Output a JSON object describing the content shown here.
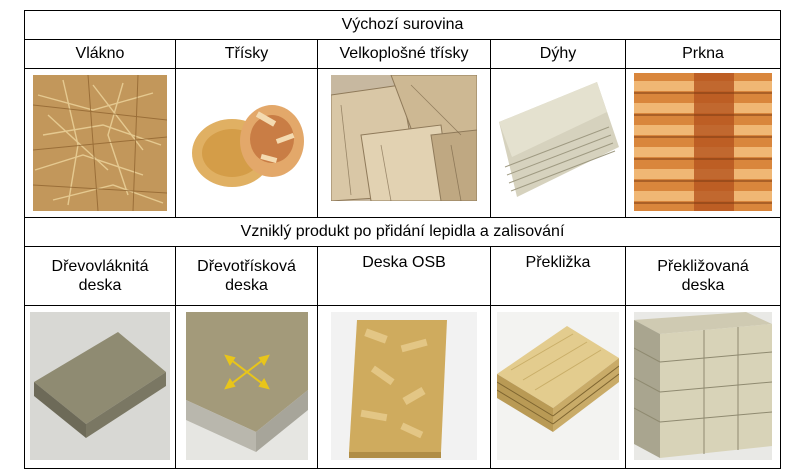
{
  "section_top": "Výchozí surovina",
  "section_bottom": "Vzniklý produkt po přidání lepidla a zalisování",
  "raw_materials": [
    "Vlákno",
    "Třísky",
    "Velkoplošné třísky",
    "Dýhy",
    "Prkna"
  ],
  "products": [
    [
      "Dřevovláknitá",
      "deska"
    ],
    [
      "Dřevotřísková",
      "deska"
    ],
    [
      "Deska OSB",
      ""
    ],
    [
      "Překližka",
      ""
    ],
    [
      "Překližovaná",
      "deska"
    ]
  ]
}
